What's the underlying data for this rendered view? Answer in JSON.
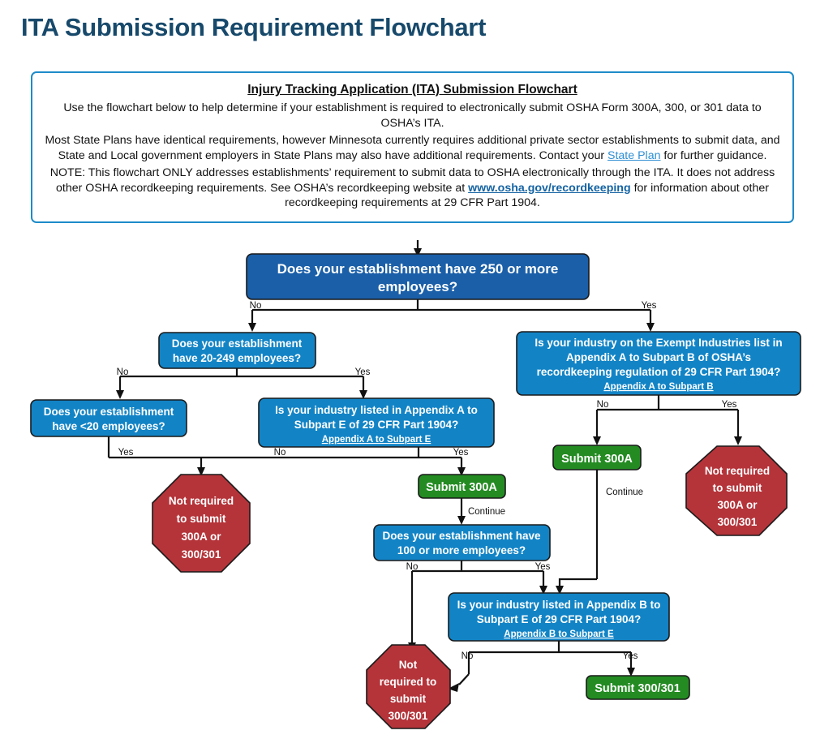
{
  "page_title": "ITA Submission Requirement Flowchart",
  "theme": {
    "title_color": "#17496b",
    "panel_border": "#1d8bc9",
    "blue_dark": "#1a5fa8",
    "blue": "#1284c6",
    "green": "#238b22",
    "red": "#b4343a",
    "link_light": "#2f8fd4",
    "link_bold": "#1463a3"
  },
  "intro": {
    "heading": "Injury Tracking Application (ITA) Submission Flowchart",
    "p1": "Use the flowchart below to help determine if your establishment is required to electronically submit OSHA Form 300A, 300, or 301 data to OSHA’s ITA.",
    "p2_before": "Most State Plans have identical requirements, however Minnesota currently requires additional private sector establishments to submit data, and State and Local government employers in State Plans may also have additional requirements. Contact your ",
    "p2_link": "State Plan",
    "p2_after": " for further guidance.",
    "p3_before": "NOTE: This flowchart ONLY addresses establishments’ requirement to submit data to OSHA electronically through the ITA. It does not address other OSHA recordkeeping requirements. See OSHA’s recordkeeping website at ",
    "p3_link": "www.osha.gov/recordkeeping",
    "p3_after": " for information about other recordkeeping requirements at 29 CFR Part 1904."
  },
  "chart_data": {
    "type": "diagram",
    "title": "ITA Submission Requirement Flowchart",
    "nodes": [
      {
        "id": "q250",
        "shape": "rounded-rect",
        "color": "#1a5fa8",
        "lines": [
          "Does your establishment have 250 or more",
          "employees?"
        ]
      },
      {
        "id": "q20_249",
        "shape": "rounded-rect",
        "color": "#1284c6",
        "lines": [
          "Does your establishment",
          "have 20-249 employees?"
        ]
      },
      {
        "id": "qexempt",
        "shape": "rounded-rect",
        "color": "#1284c6",
        "lines": [
          "Is your industry on the Exempt Industries list in",
          "Appendix A to Subpart B of OSHA’s",
          "recordkeeping regulation of 29 CFR Part 1904?"
        ],
        "sublink": "Appendix A to Subpart B"
      },
      {
        "id": "qlt20",
        "shape": "rounded-rect",
        "color": "#1284c6",
        "lines": [
          "Does your establishment",
          "have <20 employees?"
        ]
      },
      {
        "id": "qappA_E",
        "shape": "rounded-rect",
        "color": "#1284c6",
        "lines": [
          "Is your industry listed in Appendix A to",
          "Subpart E of 29 CFR Part 1904?"
        ],
        "sublink": "Appendix A to Subpart E"
      },
      {
        "id": "stopL",
        "shape": "octagon",
        "color": "#b4343a",
        "lines": [
          "Not required",
          "to submit",
          "300A or",
          "300/301"
        ]
      },
      {
        "id": "stopR",
        "shape": "octagon",
        "color": "#b4343a",
        "lines": [
          "Not required",
          "to submit",
          "300A or",
          "300/301"
        ]
      },
      {
        "id": "sub300A_L",
        "shape": "rounded-rect",
        "color": "#238b22",
        "lines": [
          "Submit 300A"
        ]
      },
      {
        "id": "sub300A_R",
        "shape": "rounded-rect",
        "color": "#238b22",
        "lines": [
          "Submit 300A"
        ]
      },
      {
        "id": "q100",
        "shape": "rounded-rect",
        "color": "#1284c6",
        "lines": [
          "Does your establishment have",
          "100 or more employees?"
        ]
      },
      {
        "id": "qappB_E",
        "shape": "rounded-rect",
        "color": "#1284c6",
        "lines": [
          "Is your industry listed in Appendix B to",
          "Subpart E of 29 CFR Part 1904?"
        ],
        "sublink": "Appendix B to Subpart E"
      },
      {
        "id": "stopB",
        "shape": "octagon",
        "color": "#b4343a",
        "lines": [
          "Not",
          "required to",
          "submit",
          "300/301"
        ]
      },
      {
        "id": "sub300301",
        "shape": "rounded-rect",
        "color": "#238b22",
        "lines": [
          "Submit 300/301"
        ]
      }
    ],
    "edges": [
      {
        "from": "intro",
        "to": "q250",
        "label": ""
      },
      {
        "from": "q250",
        "to": "q20_249",
        "label": "No"
      },
      {
        "from": "q250",
        "to": "qexempt",
        "label": "Yes"
      },
      {
        "from": "q20_249",
        "to": "qlt20",
        "label": "No"
      },
      {
        "from": "q20_249",
        "to": "qappA_E",
        "label": "Yes"
      },
      {
        "from": "qlt20",
        "to": "stopL",
        "label": "Yes"
      },
      {
        "from": "qappA_E",
        "to": "stopL",
        "label": "No"
      },
      {
        "from": "qappA_E",
        "to": "sub300A_L",
        "label": "Yes"
      },
      {
        "from": "qexempt",
        "to": "sub300A_R",
        "label": "No"
      },
      {
        "from": "qexempt",
        "to": "stopR",
        "label": "Yes"
      },
      {
        "from": "sub300A_L",
        "to": "q100",
        "label": "Continue"
      },
      {
        "from": "sub300A_R",
        "to": "qappB_E",
        "label": "Continue"
      },
      {
        "from": "q100",
        "to": "stopB",
        "label": "No"
      },
      {
        "from": "q100",
        "to": "qappB_E",
        "label": "Yes"
      },
      {
        "from": "qappB_E",
        "to": "stopB",
        "label": "No"
      },
      {
        "from": "qappB_E",
        "to": "sub300301",
        "label": "Yes"
      }
    ]
  },
  "nodes": {
    "q250": {
      "l1": "Does your establishment have 250 or more",
      "l2": "employees?"
    },
    "q20_249": {
      "l1": "Does your establishment",
      "l2": "have 20-249 employees?"
    },
    "qexempt": {
      "l1": "Is your industry on the Exempt Industries list in",
      "l2": "Appendix A to Subpart B of OSHA’s",
      "l3": "recordkeeping regulation of 29 CFR Part 1904?",
      "link": "Appendix A to Subpart B"
    },
    "qlt20": {
      "l1": "Does your establishment",
      "l2": "have <20 employees?"
    },
    "qappA_E": {
      "l1": "Is your industry listed in Appendix A to",
      "l2": "Subpart E of 29 CFR Part 1904?",
      "link": "Appendix A to Subpart E"
    },
    "stopL": {
      "l1": "Not required",
      "l2": "to submit",
      "l3": "300A or",
      "l4": "300/301"
    },
    "stopR": {
      "l1": "Not required",
      "l2": "to submit",
      "l3": "300A or",
      "l4": "300/301"
    },
    "sub300A_L": {
      "l1": "Submit 300A"
    },
    "sub300A_R": {
      "l1": "Submit 300A"
    },
    "q100": {
      "l1": "Does your establishment have",
      "l2": "100 or more employees?"
    },
    "qappB_E": {
      "l1": "Is your industry listed in Appendix B to",
      "l2": "Subpart E of 29 CFR Part 1904?",
      "link": "Appendix B to Subpart E"
    },
    "stopB": {
      "l1": "Not",
      "l2": "required to",
      "l3": "submit",
      "l4": "300/301"
    },
    "sub300301": {
      "l1": "Submit 300/301"
    }
  },
  "edge_labels": {
    "e_250_no": "No",
    "e_250_yes": "Yes",
    "e_20249_no": "No",
    "e_20249_yes": "Yes",
    "e_lt20_yes": "Yes",
    "e_appAE_no": "No",
    "e_appAE_yes": "Yes",
    "e_exempt_no": "No",
    "e_exempt_yes": "Yes",
    "e_cont_left": "Continue",
    "e_cont_right": "Continue",
    "e_q100_no": "No",
    "e_q100_yes": "Yes",
    "e_appBE_no": "No",
    "e_appBE_yes": "Yes"
  }
}
